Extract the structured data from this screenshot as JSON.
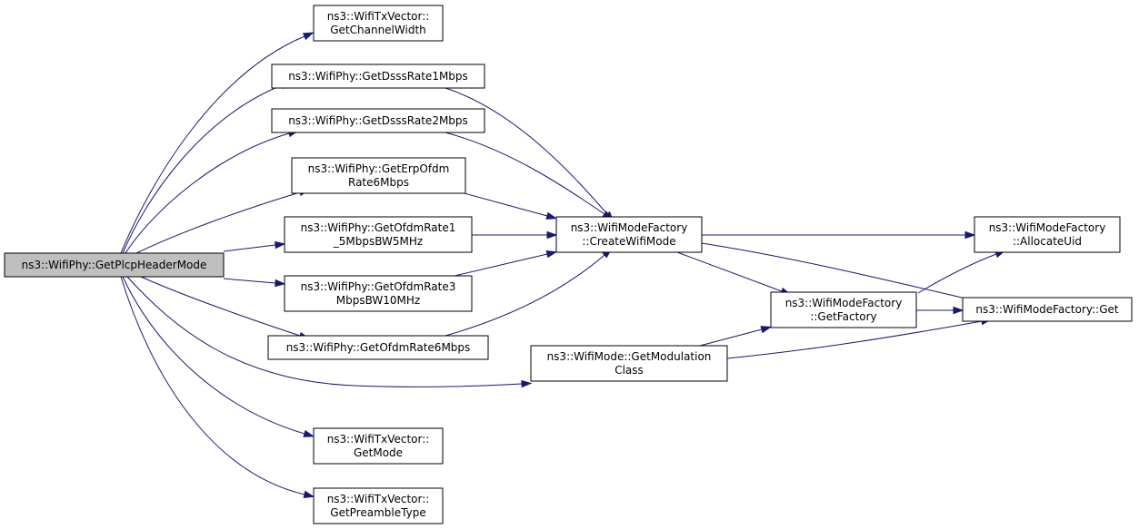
{
  "graph": {
    "type": "call graph",
    "nodes": {
      "root": {
        "lines": [
          "ns3::WifiPhy::GetPlcpHeaderMode"
        ],
        "highlighted": true
      },
      "txChannelWidth": {
        "lines": [
          "ns3::WifiTxVector::",
          "GetChannelWidth"
        ]
      },
      "dsss1": {
        "lines": [
          "ns3::WifiPhy::GetDsssRate1Mbps"
        ]
      },
      "dsss2": {
        "lines": [
          "ns3::WifiPhy::GetDsssRate2Mbps"
        ]
      },
      "erp6": {
        "lines": [
          "ns3::WifiPhy::GetErpOfdm",
          "Rate6Mbps"
        ]
      },
      "ofdm15": {
        "lines": [
          "ns3::WifiPhy::GetOfdmRate1",
          "_5MbpsBW5MHz"
        ]
      },
      "ofdm3": {
        "lines": [
          "ns3::WifiPhy::GetOfdmRate3",
          "MbpsBW10MHz"
        ]
      },
      "ofdm6": {
        "lines": [
          "ns3::WifiPhy::GetOfdmRate6Mbps"
        ]
      },
      "createMode": {
        "lines": [
          "ns3::WifiModeFactory",
          "::CreateWifiMode"
        ]
      },
      "modClass": {
        "lines": [
          "ns3::WifiMode::GetModulation",
          "Class"
        ]
      },
      "txMode": {
        "lines": [
          "ns3::WifiTxVector::",
          "GetMode"
        ]
      },
      "txPreamble": {
        "lines": [
          "ns3::WifiTxVector::",
          "GetPreambleType"
        ]
      },
      "getFactory": {
        "lines": [
          "ns3::WifiModeFactory",
          "::GetFactory"
        ]
      },
      "allocateUid": {
        "lines": [
          "ns3::WifiModeFactory",
          "::AllocateUid"
        ]
      },
      "factoryGet": {
        "lines": [
          "ns3::WifiModeFactory::Get"
        ]
      }
    },
    "edges": [
      [
        "root",
        "txChannelWidth"
      ],
      [
        "root",
        "dsss1"
      ],
      [
        "root",
        "dsss2"
      ],
      [
        "root",
        "erp6"
      ],
      [
        "root",
        "ofdm15"
      ],
      [
        "root",
        "ofdm3"
      ],
      [
        "root",
        "ofdm6"
      ],
      [
        "root",
        "modClass"
      ],
      [
        "root",
        "txMode"
      ],
      [
        "root",
        "txPreamble"
      ],
      [
        "dsss1",
        "createMode"
      ],
      [
        "dsss2",
        "createMode"
      ],
      [
        "erp6",
        "createMode"
      ],
      [
        "ofdm15",
        "createMode"
      ],
      [
        "ofdm3",
        "createMode"
      ],
      [
        "ofdm6",
        "createMode"
      ],
      [
        "createMode",
        "allocateUid"
      ],
      [
        "createMode",
        "getFactory"
      ],
      [
        "createMode",
        "factoryGet"
      ],
      [
        "modClass",
        "getFactory"
      ],
      [
        "modClass",
        "factoryGet"
      ],
      [
        "getFactory",
        "allocateUid"
      ],
      [
        "getFactory",
        "factoryGet"
      ]
    ],
    "colors": {
      "edge": "#191970",
      "root_fill": "#bfbfbf",
      "node_fill": "#ffffff",
      "border": "#000000"
    }
  }
}
